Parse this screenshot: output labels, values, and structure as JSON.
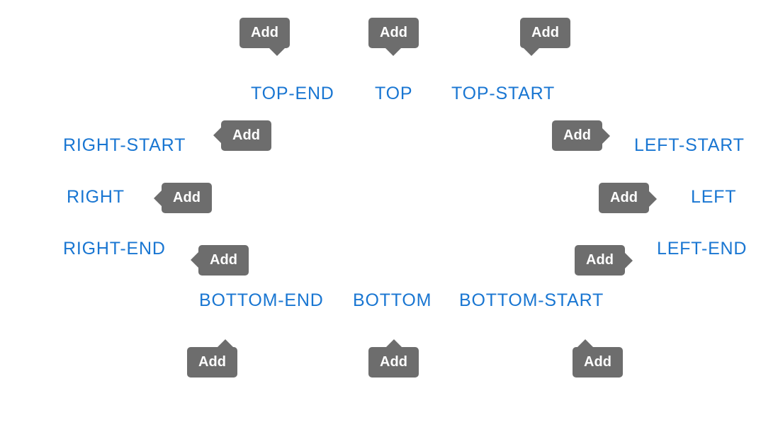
{
  "buttons": {
    "top_end": "TOP-END",
    "top": "TOP",
    "top_start": "TOP-START",
    "right_start": "RIGHT-START",
    "right": "RIGHT",
    "right_end": "RIGHT-END",
    "left_start": "LEFT-START",
    "left": "LEFT",
    "left_end": "LEFT-END",
    "bottom_end": "BOTTOM-END",
    "bottom": "BOTTOM",
    "bottom_start": "BOTTOM-START"
  },
  "tooltip": {
    "label": "Add"
  },
  "colors": {
    "button_text": "#1976d2",
    "tooltip_bg": "#6d6d6d",
    "tooltip_text": "#ffffff"
  }
}
